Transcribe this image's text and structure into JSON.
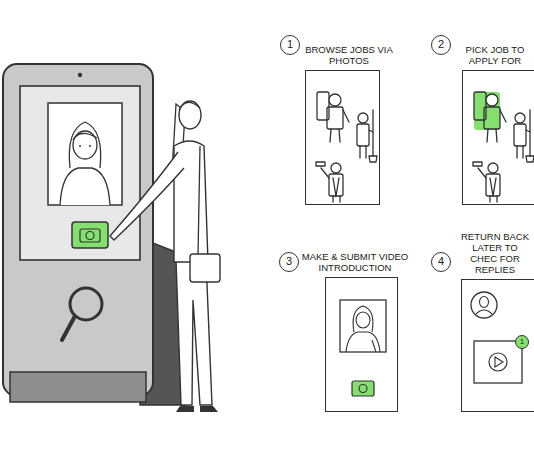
{
  "diagram": {
    "nodes": [
      {
        "text": [
          "BROWSE JOBS VIA PHOTOS"
        ]
      },
      {
        "text": [
          "PICK JOB TO APPLY FOR"
        ]
      },
      {
        "text": [
          "MAKE & SUBMIT VIDEO INTRODUCTION"
        ]
      },
      {
        "text": [
          "RETURN BACK LATER TO CHEC FOR REPLIES"
        ]
      }
    ],
    "labels": [
      "1",
      "2",
      "3",
      "4",
      "1"
    ]
  }
}
